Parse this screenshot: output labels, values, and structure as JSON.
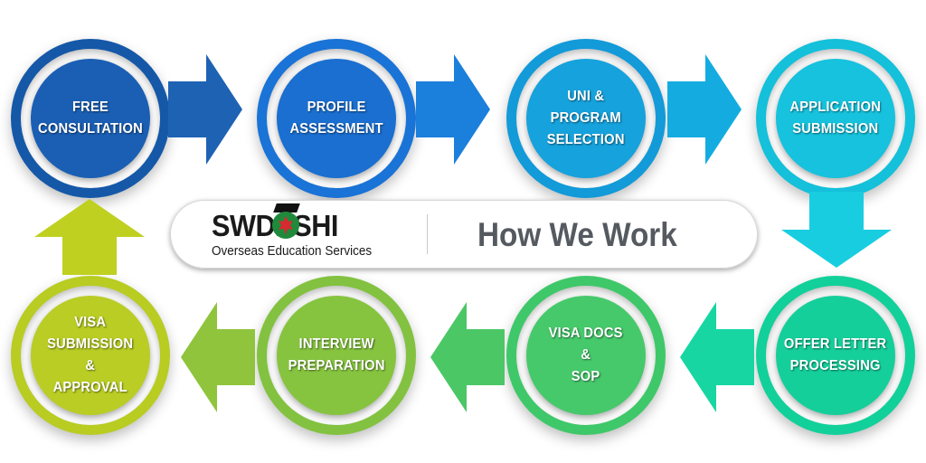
{
  "steps": [
    {
      "label": "FREE\nCONSULTATION"
    },
    {
      "label": "PROFILE\nASSESSMENT"
    },
    {
      "label": "UNI &\nPROGRAM\nSELECTION"
    },
    {
      "label": "APPLICATION\nSUBMISSION"
    },
    {
      "label": "OFFER LETTER\nPROCESSING"
    },
    {
      "label": "VISA DOCS\n&\nSOP"
    },
    {
      "label": "INTERVIEW\nPREPARATION"
    },
    {
      "label": "VISA\nSUBMISSION\n&\nAPPROVAL"
    }
  ],
  "banner": {
    "logo_text": "SWDESHI",
    "logo_subtitle": "Overseas Education Services",
    "tagline": "How We Work"
  },
  "colors": {
    "step1": "#1a5fb4",
    "step2": "#1a6fd0",
    "step3": "#16a2dc",
    "step4": "#16c2dd",
    "step5": "#15cf9b",
    "step6": "#46c96b",
    "step7": "#86c43f",
    "step8": "#b9cd24",
    "tagline": "#555a60"
  },
  "icons": [
    "arrow-right-icon",
    "arrow-down-icon",
    "arrow-left-icon",
    "arrow-up-icon",
    "graduation-cap-icon",
    "globe-maple-leaf-icon"
  ]
}
